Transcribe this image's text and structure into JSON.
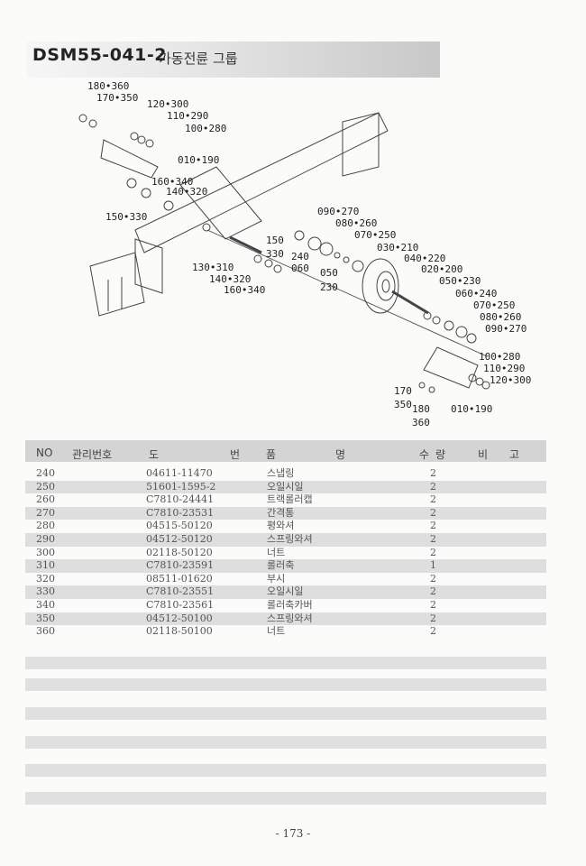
{
  "header": {
    "code": "DSM55-041-2",
    "name": "가동전륜 그룹"
  },
  "diagram": {
    "callouts": [
      "180•360",
      "170•350",
      "120•300",
      "110•290",
      "100•280",
      "010•190",
      "160•340",
      "140•320",
      "150•330",
      "090•270",
      "080•260",
      "070•250",
      "030•210",
      "040•220",
      "020•200",
      "050•230",
      "060•240",
      "070•250",
      "080•260",
      "090•270",
      "150",
      "330",
      "240",
      "060",
      "050",
      "230",
      "130•310",
      "140•320",
      "160•340",
      "100•280",
      "110•290",
      "120•300",
      "170",
      "350",
      "180",
      "360",
      "010•190"
    ]
  },
  "table": {
    "headers": {
      "no": "NO",
      "mgmt": "관리번호",
      "drawing1": "도",
      "drawing2": "번",
      "name1": "품",
      "name2": "명",
      "qty1": "수",
      "qty2": "량",
      "note1": "비",
      "note2": "고"
    },
    "rows": [
      {
        "no": "240",
        "part": "04611-11470",
        "name": "스냅링",
        "qty": "2"
      },
      {
        "no": "250",
        "part": "51601-1595-2",
        "name": "오일시일",
        "qty": "2"
      },
      {
        "no": "260",
        "part": "C7810-24441",
        "name": "트랙롤러캡",
        "qty": "2"
      },
      {
        "no": "270",
        "part": "C7810-23531",
        "name": "간격통",
        "qty": "2"
      },
      {
        "no": "280",
        "part": "04515-50120",
        "name": "평와셔",
        "qty": "2"
      },
      {
        "no": "290",
        "part": "04512-50120",
        "name": "스프링와셔",
        "qty": "2"
      },
      {
        "no": "300",
        "part": "02118-50120",
        "name": "너트",
        "qty": "2"
      },
      {
        "no": "310",
        "part": "C7810-23591",
        "name": "롤러축",
        "qty": "1"
      },
      {
        "no": "320",
        "part": "08511-01620",
        "name": "부시",
        "qty": "2"
      },
      {
        "no": "330",
        "part": "C7810-23551",
        "name": "오일시일",
        "qty": "2"
      },
      {
        "no": "340",
        "part": "C7810-23561",
        "name": "롤러축카버",
        "qty": "2"
      },
      {
        "no": "350",
        "part": "04512-50100",
        "name": "스프링와셔",
        "qty": "2"
      },
      {
        "no": "360",
        "part": "02118-50100",
        "name": "너트",
        "qty": "2"
      }
    ]
  },
  "footer": {
    "page": "- 173 -"
  }
}
